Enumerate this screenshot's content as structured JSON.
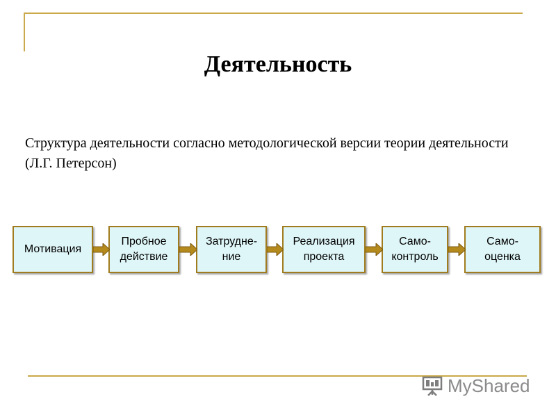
{
  "title": "Деятельность",
  "subtitle": "Структура деятельности согласно методологической версии теории деятельности (Л.Г. Петерсон)",
  "steps": [
    {
      "label": "Мотивация"
    },
    {
      "label": "Пробное\nдействие"
    },
    {
      "label": "Затрудне-\nние"
    },
    {
      "label": "Реализация\nпроекта"
    },
    {
      "label": "Само-\nконтроль"
    },
    {
      "label": "Само-\nоценка"
    }
  ],
  "logo": {
    "text": "MyShared",
    "icon": "presentation-board-icon"
  },
  "colors": {
    "frame": "#c9a94a",
    "box_fill": "#dff6f8",
    "box_border": "#a17c1e",
    "arrow": "#b58a1d"
  }
}
